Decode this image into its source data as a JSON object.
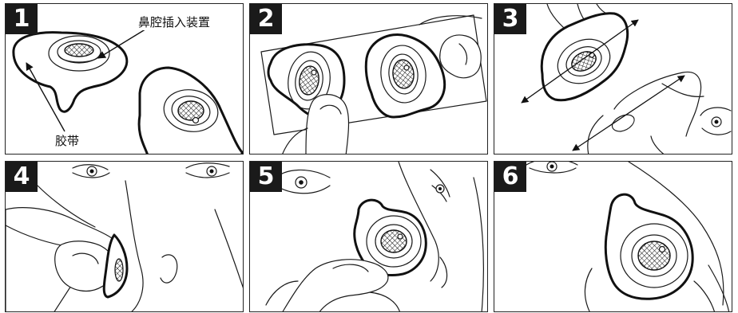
{
  "panels": [
    {
      "number": "1",
      "labels": {
        "device": "鼻腔插入装置",
        "tape": "胶带"
      }
    },
    {
      "number": "2"
    },
    {
      "number": "3"
    },
    {
      "number": "4"
    },
    {
      "number": "5"
    },
    {
      "number": "6"
    }
  ]
}
